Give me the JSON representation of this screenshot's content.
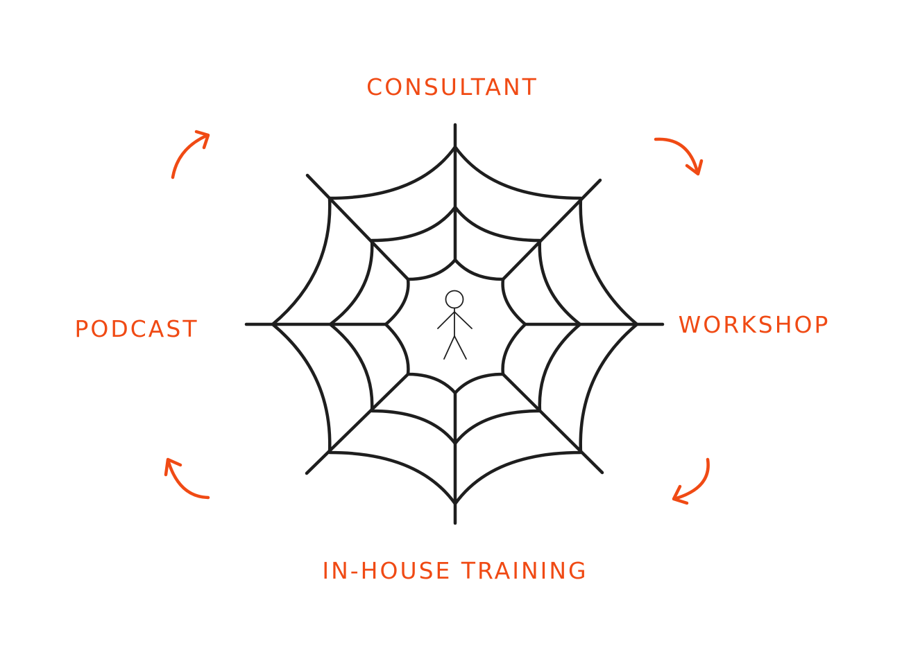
{
  "accent_color": "#f04a14",
  "ink_color": "#1e1e1e",
  "labels": {
    "top": "CONSULTANT",
    "right": "WORKSHOP",
    "bottom": "IN-HOUSE TRAINING",
    "left": "PODCAST"
  },
  "center_figure": "stick-figure-icon",
  "cycle_direction": "clockwise"
}
